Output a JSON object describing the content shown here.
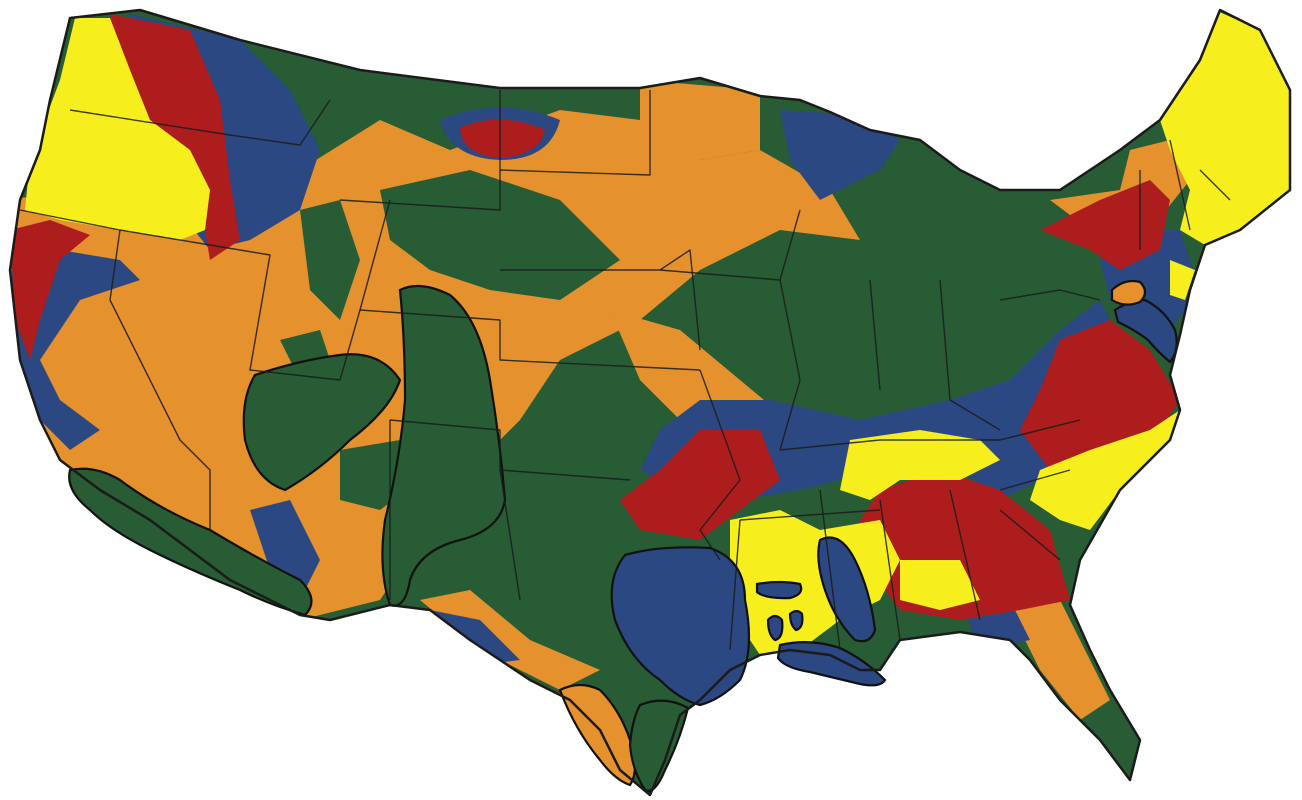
{
  "map": {
    "colors": {
      "yellow": "#f7ef1d",
      "red": "#ad1d1d",
      "blue": "#2b4882",
      "orange": "#e5912e",
      "green": "#275c34",
      "border": "#1b1b1b"
    },
    "regions": [
      {
        "name": "zone-green",
        "color": "green"
      },
      {
        "name": "zone-orange",
        "color": "orange"
      },
      {
        "name": "zone-blue",
        "color": "blue"
      },
      {
        "name": "zone-red",
        "color": "red"
      },
      {
        "name": "zone-yellow",
        "color": "yellow"
      }
    ]
  }
}
